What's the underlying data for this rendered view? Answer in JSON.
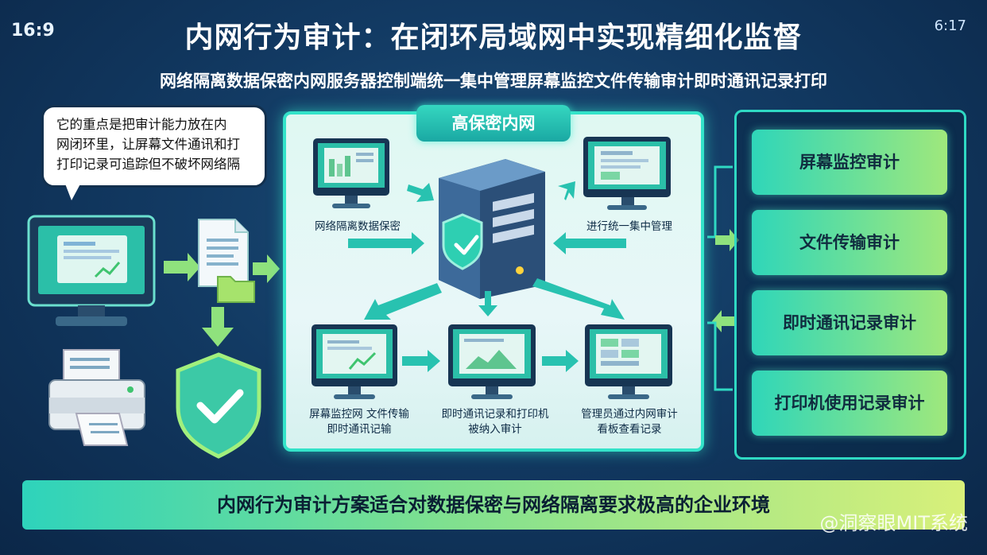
{
  "header": {
    "ratio": "16:9",
    "version": "6:17",
    "title": "内网行为审计：在闭环局域网中实现精细化监督",
    "subtitle": "网络隔离数据保密内网服务器控制端统一集中管理屏幕监控文件传输审计即时通讯记录打印"
  },
  "bubble": {
    "lines": [
      "它的重点是把审计能力放在内",
      "网闭环里，让屏幕文件通讯和打",
      "打印记录可追踪但不破坏网络隔"
    ]
  },
  "panel": {
    "label": "高保密内网",
    "captions": {
      "top_left": "网络隔离数据保密",
      "top_right": "进行统一集中管理",
      "bottom_left": [
        "屏幕监控网 文件传输",
        "即时通讯记输"
      ],
      "bottom_mid": [
        "即时通讯记录和打印机",
        "被纳入审计"
      ],
      "bottom_right": [
        "管理员通过内网审计",
        "看板查看记录"
      ]
    }
  },
  "audits": [
    "屏幕监控审计",
    "文件传输审计",
    "即时通讯记录审计",
    "打印机使用记录审计"
  ],
  "footer": "内网行为审计方案适合对数据保密与网络隔离要求极高的企业环境",
  "watermark": "@洞察眼MIT系统",
  "icons": [
    "monitor-icon",
    "document-icon",
    "folder-icon",
    "printer-icon",
    "shield-check-icon",
    "server-icon"
  ],
  "colors": {
    "accent": "#33e3c9",
    "background": "#123a63",
    "green": "#9fe87c"
  }
}
